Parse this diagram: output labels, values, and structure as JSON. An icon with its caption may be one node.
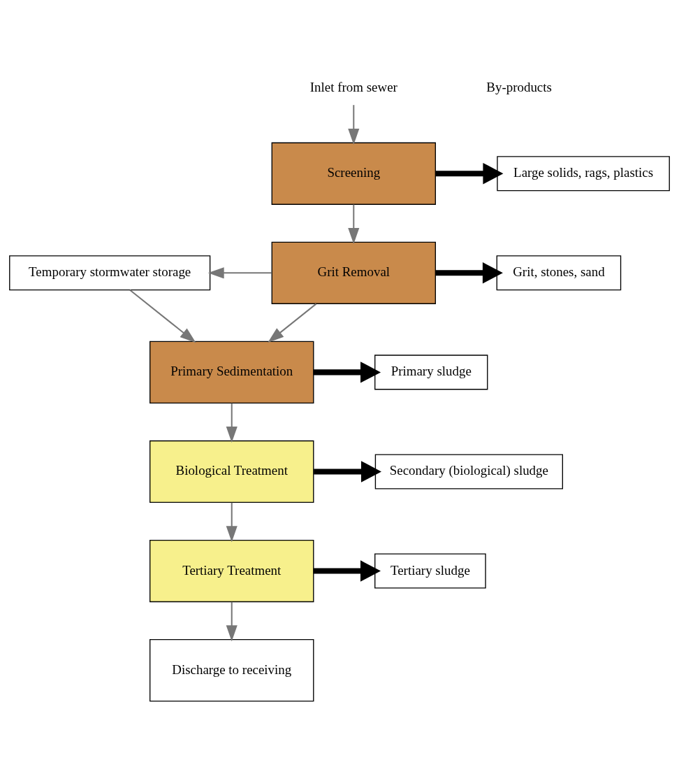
{
  "diagram": {
    "nodes": [
      {
        "text": [
          "Inlet from sewer"
        ]
      },
      {
        "text": [
          "Screening"
        ]
      },
      {
        "text": [
          "Grit Removal"
        ]
      },
      {
        "text": [
          "Primary Sedimentation"
        ]
      },
      {
        "text": [
          "Biological Treatment"
        ]
      },
      {
        "text": [
          "Tertiary Treatment"
        ]
      },
      {
        "text": [
          "Discharge to receiving"
        ]
      },
      {
        "text": [
          "Large solids, rags, plastics"
        ]
      },
      {
        "text": [
          "Grit, stones, sand"
        ]
      },
      {
        "text": [
          "Primary sludge"
        ]
      },
      {
        "text": [
          "Secondary (biological) sludge"
        ]
      },
      {
        "text": [
          "Tertiary sludge"
        ]
      },
      {
        "text": [
          "Temporary stormwater storage"
        ]
      }
    ],
    "edges": [
      {
        "from": 0,
        "to": 1,
        "arrow": "to"
      },
      {
        "from": 1,
        "to": 2,
        "arrow": "to"
      },
      {
        "from": 2,
        "to": 3,
        "arrow": "to"
      },
      {
        "from": 3,
        "to": 4,
        "arrow": "to"
      },
      {
        "from": 4,
        "to": 5,
        "arrow": "to"
      },
      {
        "from": 5,
        "to": 6,
        "arrow": "to"
      },
      {
        "from": 1,
        "to": 7,
        "arrow": "to",
        "style": "thick",
        "color": "#000000"
      },
      {
        "from": 2,
        "to": 8,
        "arrow": "to",
        "style": "thick",
        "color": "#000000"
      },
      {
        "from": 3,
        "to": 9,
        "arrow": "to",
        "style": "thick",
        "color": "#000000"
      },
      {
        "from": 4,
        "to": 10,
        "arrow": "to",
        "style": "thick",
        "color": "#000000"
      },
      {
        "from": 5,
        "to": 11,
        "arrow": "to",
        "style": "thick",
        "color": "#000000"
      },
      {
        "from": 2,
        "to": 12,
        "arrow": "to"
      },
      {
        "from": 12,
        "to": 3,
        "arrow": "to"
      }
    ],
    "labels": [
      "By-products"
    ]
  }
}
